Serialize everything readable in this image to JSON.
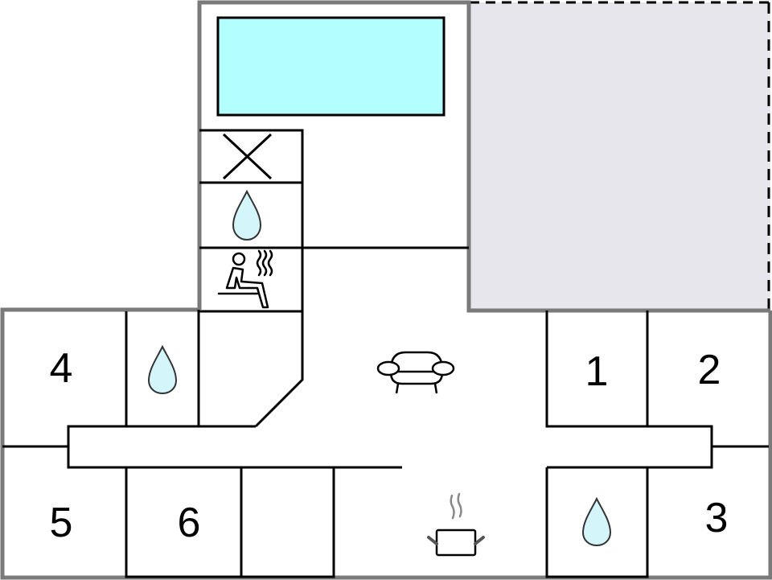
{
  "floorplan": {
    "colors": {
      "outer_wall": "#7a7a7a",
      "inner_wall": "#000000",
      "pool": "#b3ffff",
      "terrace": "#e6e6ec",
      "water_drop": "#d4f6fb",
      "background": "#ffffff"
    },
    "rooms": [
      {
        "id": "bedroom-1",
        "label": "1"
      },
      {
        "id": "bedroom-2",
        "label": "2"
      },
      {
        "id": "bedroom-3",
        "label": "3"
      },
      {
        "id": "bedroom-4",
        "label": "4"
      },
      {
        "id": "bedroom-5",
        "label": "5"
      },
      {
        "id": "bedroom-6",
        "label": "6"
      }
    ],
    "icons": [
      {
        "type": "pool",
        "room": "pool-area"
      },
      {
        "type": "x-mark",
        "room": "technical-room"
      },
      {
        "type": "water-drop",
        "room": "bathroom-top"
      },
      {
        "type": "sauna",
        "room": "sauna"
      },
      {
        "type": "water-drop",
        "room": "bathroom-left"
      },
      {
        "type": "sofa",
        "room": "living-room"
      },
      {
        "type": "cooking-pot",
        "room": "kitchen"
      },
      {
        "type": "water-drop",
        "room": "bathroom-right"
      }
    ],
    "areas": {
      "terrace": "dashed-border covered terrace (grey)"
    }
  }
}
